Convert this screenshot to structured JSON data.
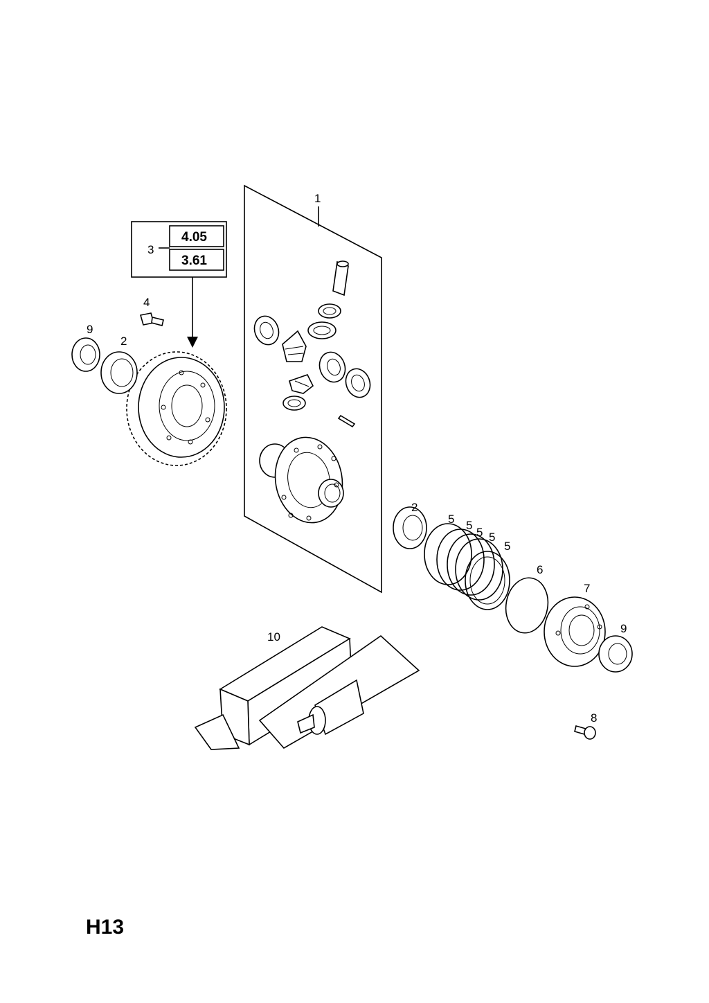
{
  "page_id": "H13",
  "callouts": {
    "c1": "1",
    "c2a": "2",
    "c2b": "2",
    "c3": "3",
    "c4": "4",
    "c5a": "5",
    "c5b": "5",
    "c5c": "5",
    "c5d": "5",
    "c5e": "5",
    "c6": "6",
    "c7": "7",
    "c8": "8",
    "c9a": "9",
    "c9b": "9",
    "c10": "10"
  },
  "ratio_box": {
    "upper": "4.05",
    "lower": "3.61"
  }
}
